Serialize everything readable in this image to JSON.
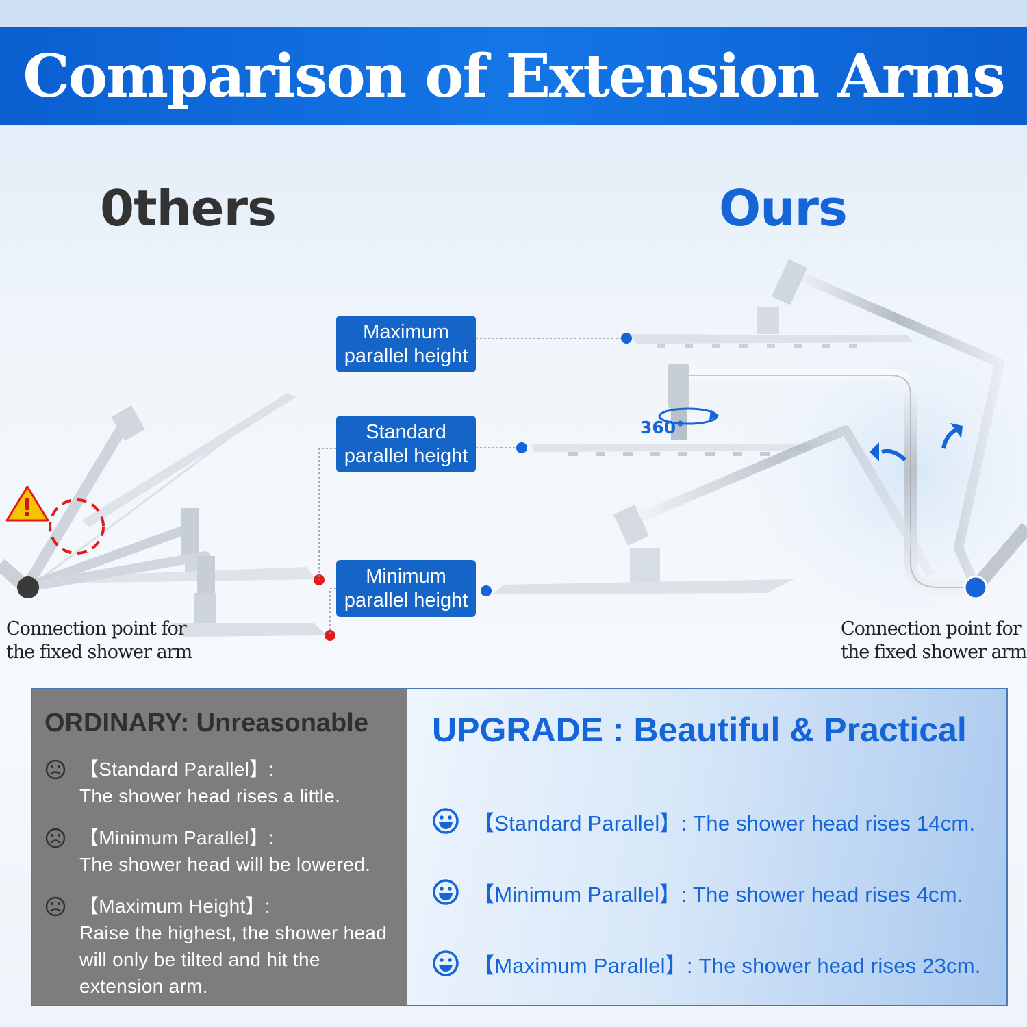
{
  "banner": {
    "title": "Comparison of Extension Arms"
  },
  "headings": {
    "others": "0thers",
    "ours": "Ours"
  },
  "labels": {
    "maximum": {
      "line1": "Maximum",
      "line2": "parallel height"
    },
    "standard": {
      "line1": "Standard",
      "line2": "parallel height"
    },
    "minimum": {
      "line1": "Minimum",
      "line2": "parallel height"
    },
    "rotation": "360°"
  },
  "captions": {
    "left": {
      "line1": "Connection point for",
      "line2": "the fixed shower arm"
    },
    "right": {
      "line1": "Connection point for",
      "line2": "the fixed shower arm"
    }
  },
  "ordinary": {
    "title": "ORDINARY: Unreasonable",
    "items": [
      {
        "label": "【Standard Parallel】:",
        "lines": [
          "The shower head rises a little."
        ],
        "icon": "sad-face-icon"
      },
      {
        "label": "【Minimum Parallel】:",
        "lines": [
          "The shower head will be lowered."
        ],
        "icon": "sad-face-icon"
      },
      {
        "label": "【Maximum Height】:",
        "lines": [
          "Raise the highest, the shower head",
          "will only be tilted and hit the",
          "extension arm."
        ],
        "icon": "sad-face-icon"
      }
    ]
  },
  "upgrade": {
    "title": "UPGRADE : Beautiful & Practical",
    "items": [
      {
        "text": "【Standard Parallel】: The shower head rises 14cm.",
        "icon": "happy-face-icon"
      },
      {
        "text": "【Minimum Parallel】: The shower head rises 4cm.",
        "icon": "happy-face-icon"
      },
      {
        "text": "【Maximum Parallel】: The shower head rises 23cm.",
        "icon": "happy-face-icon"
      }
    ]
  },
  "colors": {
    "brand_blue": "#1565d8",
    "banner_blue": "#0b5fd0",
    "pill_blue": "#1565c8",
    "warning_yellow": "#f5c400",
    "alert_red": "#e21b1b",
    "panel_gray": "#7d7d7d"
  }
}
